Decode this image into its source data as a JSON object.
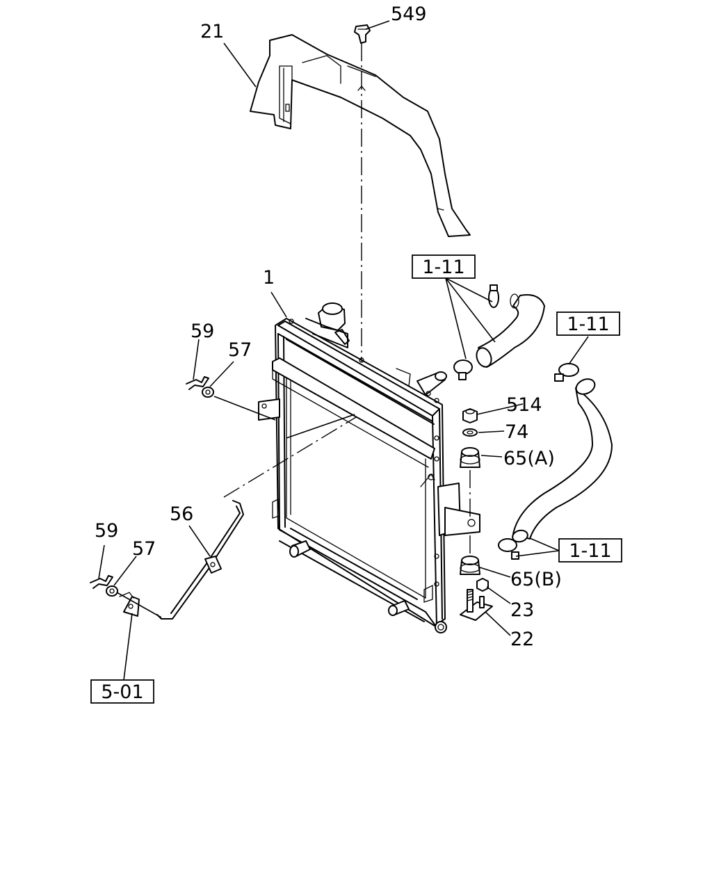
{
  "labels": {
    "p549": "549",
    "p21": "21",
    "p1": "1",
    "p59_upper": "59",
    "p57_upper": "57",
    "p514": "514",
    "p74": "74",
    "p65a": "65(A)",
    "p56": "56",
    "p59_lower": "59",
    "p57_lower": "57",
    "p65b": "65(B)",
    "p23": "23",
    "p22": "22"
  },
  "refs": {
    "ref_top": "1-11",
    "ref_right": "1-11",
    "ref_lower": "1-11",
    "ref_bottom": "5-01"
  }
}
